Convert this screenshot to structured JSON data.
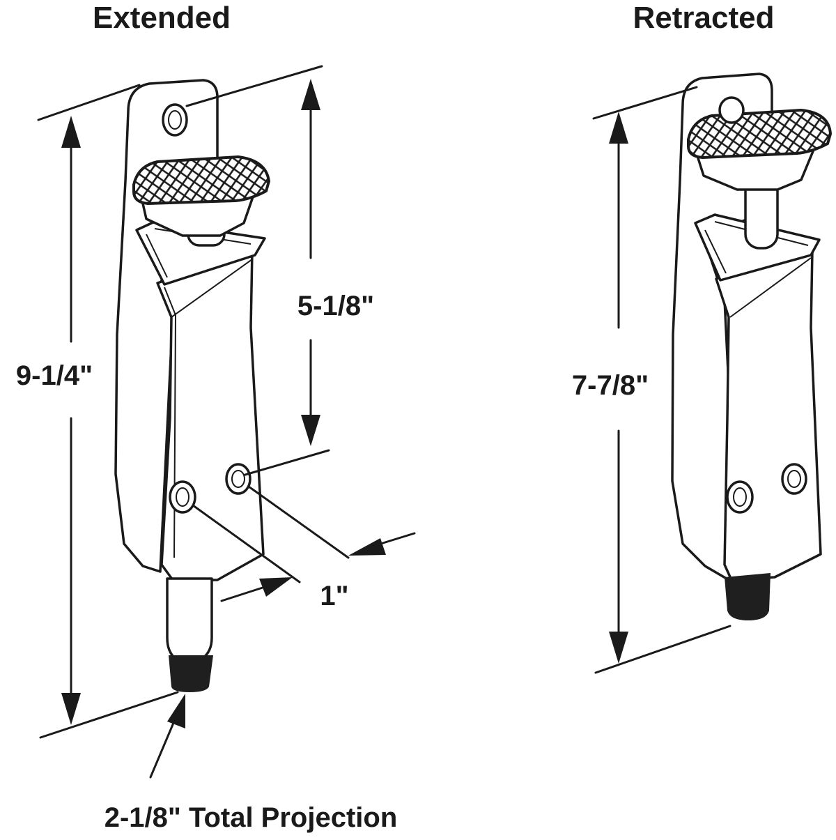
{
  "labels": {
    "extended": "Extended",
    "retracted": "Retracted"
  },
  "dimensions": {
    "overall_extended": "9-1/4\"",
    "hole_spacing_vertical": "5-1/8\"",
    "hole_spacing_horizontal": "1\"",
    "overall_retracted": "7-7/8\"",
    "projection": "2-1/8\" Total Projection"
  }
}
